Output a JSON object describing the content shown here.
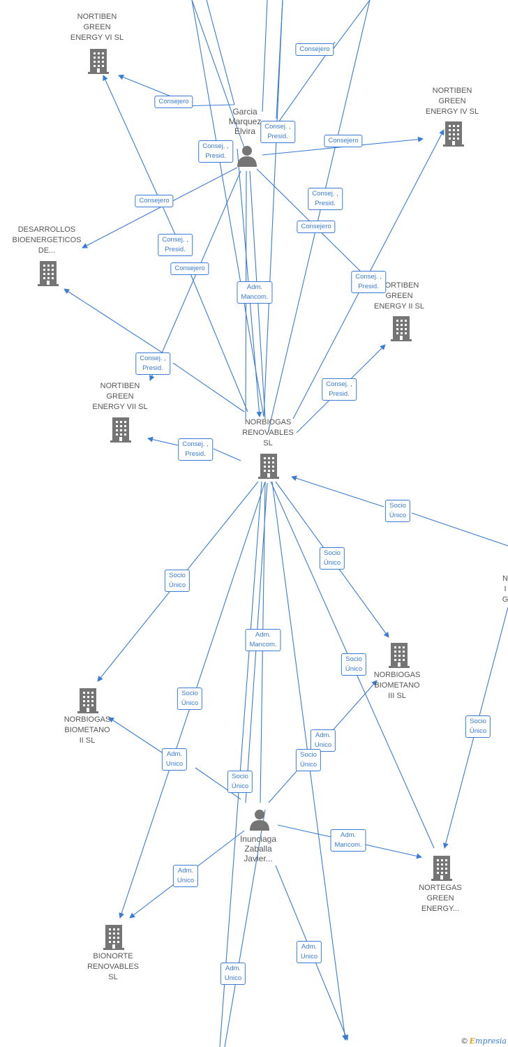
{
  "nodes": {
    "nortiben_vi": {
      "label": "NORTIBEN\nGREEN\nENERGY VI  SL"
    },
    "nortiben_iv": {
      "label": "NORTIBEN\nGREEN\nENERGY IV  SL"
    },
    "garcia": {
      "label": "Garcia\nMarquez\nElvira"
    },
    "desarrollos": {
      "label": "DESARROLLOS\nBIOENERGETICOS\nDE..."
    },
    "nortiben_ii": {
      "label": "NORTIBEN\nGREEN\nENERGY II  SL"
    },
    "nortiben_vii": {
      "label": "NORTIBEN\nGREEN\nENERGY VII  SL"
    },
    "norbiogas_renovables": {
      "label": "NORBIOGAS\nRENOVABLES\nSL"
    },
    "norbiogas_biometano_iii": {
      "label": "NORBIOGAS\nBIOMETANO\nIII  SL"
    },
    "norbiogas_biometano_ii": {
      "label": "NORBIOGAS\nBIOMETANO\nII  SL"
    },
    "inunciaga": {
      "label": "Inunciaga\nZaballa\nJavier..."
    },
    "nortegas": {
      "label": "NORTEGAS\nGREEN\nENERGY..."
    },
    "bionorte": {
      "label": "BIONORTE\nRENOVABLES\nSL"
    },
    "partial_right": {
      "label": "N\nI\nG"
    }
  },
  "edge_labels": {
    "consejero": "Consejero",
    "consej_presid": "Consej. ,\nPresid.",
    "adm_mancom": "Adm.\nMancom.",
    "socio_unico": "Socio\nÚnico",
    "adm_unico": "Adm.\nUnico"
  },
  "footer": {
    "copyright": "©",
    "brand_first": "E",
    "brand_rest": "mpresia"
  },
  "colors": {
    "edge": "#3a7bd5",
    "node": "#757575",
    "label": "#555555"
  }
}
